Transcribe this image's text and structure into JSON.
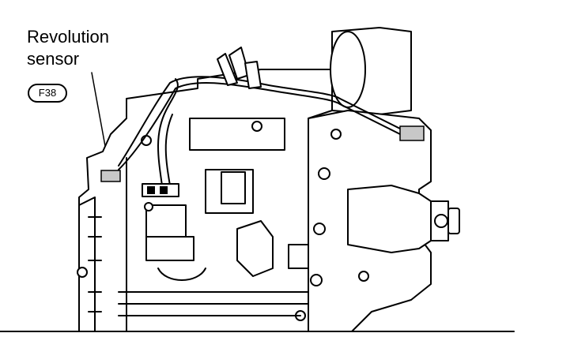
{
  "callout": {
    "label_line1": "Revolution",
    "label_line2": "sensor",
    "connector_code": "F38"
  },
  "colors": {
    "line": "#000000",
    "background": "#ffffff",
    "highlight": "#c8c8c8"
  }
}
